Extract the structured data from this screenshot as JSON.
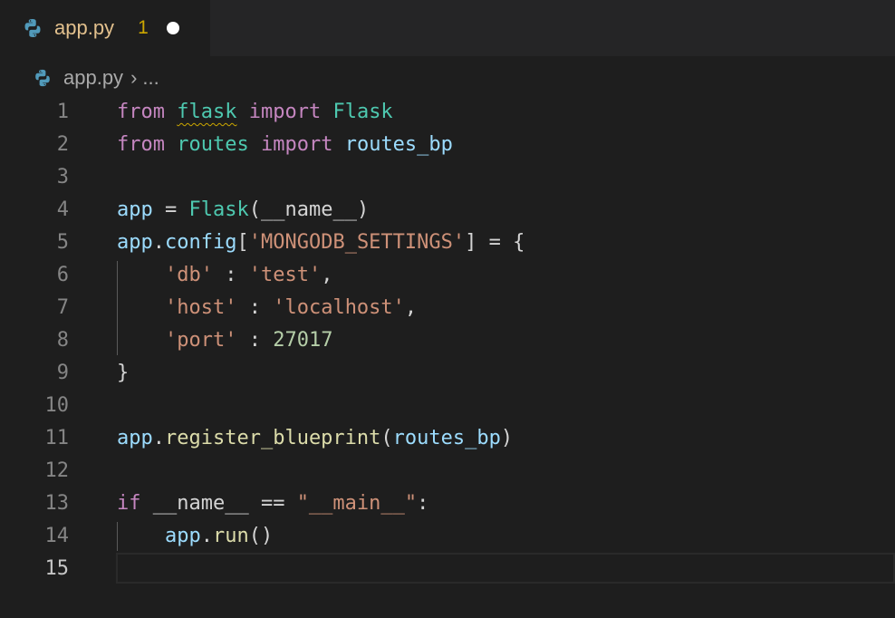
{
  "tab": {
    "title": "app.py",
    "badge": "1",
    "icon": "python-icon",
    "dirty": true
  },
  "breadcrumb": {
    "file": "app.py",
    "separator": "›",
    "more": "..."
  },
  "colors": {
    "background": "#1e1e1e",
    "keyword": "#c586c0",
    "module": "#4ec9b0",
    "variable": "#9cdcfe",
    "function": "#dcdcaa",
    "string": "#ce9178",
    "number": "#b5cea8",
    "warning": "#cca700"
  },
  "editor": {
    "active_line": 15,
    "lines": [
      {
        "n": "1",
        "tokens": [
          [
            "kw",
            "from"
          ],
          [
            "op",
            " "
          ],
          [
            "mod warn",
            "flask"
          ],
          [
            "op",
            " "
          ],
          [
            "kw",
            "import"
          ],
          [
            "op",
            " "
          ],
          [
            "cls",
            "Flask"
          ]
        ]
      },
      {
        "n": "2",
        "tokens": [
          [
            "kw",
            "from"
          ],
          [
            "op",
            " "
          ],
          [
            "mod",
            "routes"
          ],
          [
            "op",
            " "
          ],
          [
            "kw",
            "import"
          ],
          [
            "op",
            " "
          ],
          [
            "var",
            "routes_bp"
          ]
        ]
      },
      {
        "n": "3",
        "tokens": []
      },
      {
        "n": "4",
        "tokens": [
          [
            "var",
            "app"
          ],
          [
            "op",
            " = "
          ],
          [
            "cls",
            "Flask"
          ],
          [
            "op",
            "(__name__)"
          ]
        ]
      },
      {
        "n": "5",
        "tokens": [
          [
            "var",
            "app"
          ],
          [
            "op",
            "."
          ],
          [
            "var",
            "config"
          ],
          [
            "op",
            "["
          ],
          [
            "str",
            "'MONGODB_SETTINGS'"
          ],
          [
            "op",
            "] = {"
          ]
        ]
      },
      {
        "n": "6",
        "tokens": [
          [
            "op",
            "    "
          ],
          [
            "str",
            "'db'"
          ],
          [
            "op",
            " : "
          ],
          [
            "str",
            "'test'"
          ],
          [
            "op",
            ","
          ]
        ]
      },
      {
        "n": "7",
        "tokens": [
          [
            "op",
            "    "
          ],
          [
            "str",
            "'host'"
          ],
          [
            "op",
            " : "
          ],
          [
            "str",
            "'localhost'"
          ],
          [
            "op",
            ","
          ]
        ]
      },
      {
        "n": "8",
        "tokens": [
          [
            "op",
            "    "
          ],
          [
            "str",
            "'port'"
          ],
          [
            "op",
            " : "
          ],
          [
            "num",
            "27017"
          ]
        ]
      },
      {
        "n": "9",
        "tokens": [
          [
            "op",
            "}"
          ]
        ]
      },
      {
        "n": "10",
        "tokens": []
      },
      {
        "n": "11",
        "tokens": [
          [
            "var",
            "app"
          ],
          [
            "op",
            "."
          ],
          [
            "fn",
            "register_blueprint"
          ],
          [
            "op",
            "("
          ],
          [
            "var",
            "routes_bp"
          ],
          [
            "op",
            ")"
          ]
        ]
      },
      {
        "n": "12",
        "tokens": []
      },
      {
        "n": "13",
        "tokens": [
          [
            "kw",
            "if"
          ],
          [
            "op",
            " __name__ == "
          ],
          [
            "str",
            "\"__main__\""
          ],
          [
            "op",
            ":"
          ]
        ]
      },
      {
        "n": "14",
        "tokens": [
          [
            "op",
            "    "
          ],
          [
            "var",
            "app"
          ],
          [
            "op",
            "."
          ],
          [
            "fn",
            "run"
          ],
          [
            "op",
            "()"
          ]
        ]
      },
      {
        "n": "15",
        "tokens": []
      }
    ]
  }
}
